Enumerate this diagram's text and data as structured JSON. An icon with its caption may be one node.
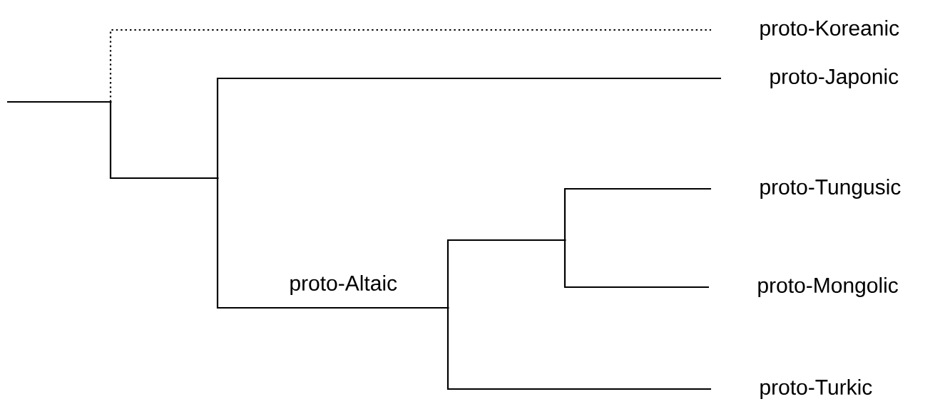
{
  "diagram": {
    "nodes": [
      {
        "text": [
          "proto-Koreanic"
        ]
      },
      {
        "text": [
          "proto-Japonic"
        ]
      },
      {
        "text": [
          "proto-Tungusic"
        ]
      },
      {
        "text": [
          "proto-Mongolic"
        ]
      },
      {
        "text": [
          "proto-Turkic"
        ]
      },
      {
        "text": [],
        "shape": "point"
      },
      {
        "text": [],
        "shape": "point"
      },
      {
        "text": [],
        "shape": "point"
      },
      {
        "text": [],
        "shape": "point"
      }
    ],
    "edges": [
      {
        "from": null,
        "to": 5,
        "arrow": "none"
      },
      {
        "from": 5,
        "to": 0,
        "arrow": "none",
        "style": "dashed"
      },
      {
        "from": 5,
        "to": 6,
        "arrow": "none"
      },
      {
        "from": 6,
        "to": 1,
        "arrow": "none"
      },
      {
        "from": 6,
        "to": 7,
        "arrow": "none"
      },
      {
        "from": 7,
        "to": 8,
        "arrow": "none"
      },
      {
        "from": 8,
        "to": 2,
        "arrow": "none"
      },
      {
        "from": 8,
        "to": 3,
        "arrow": "none"
      },
      {
        "from": 7,
        "to": 4,
        "arrow": "none"
      }
    ],
    "labels": [
      "proto-Altaic"
    ]
  }
}
